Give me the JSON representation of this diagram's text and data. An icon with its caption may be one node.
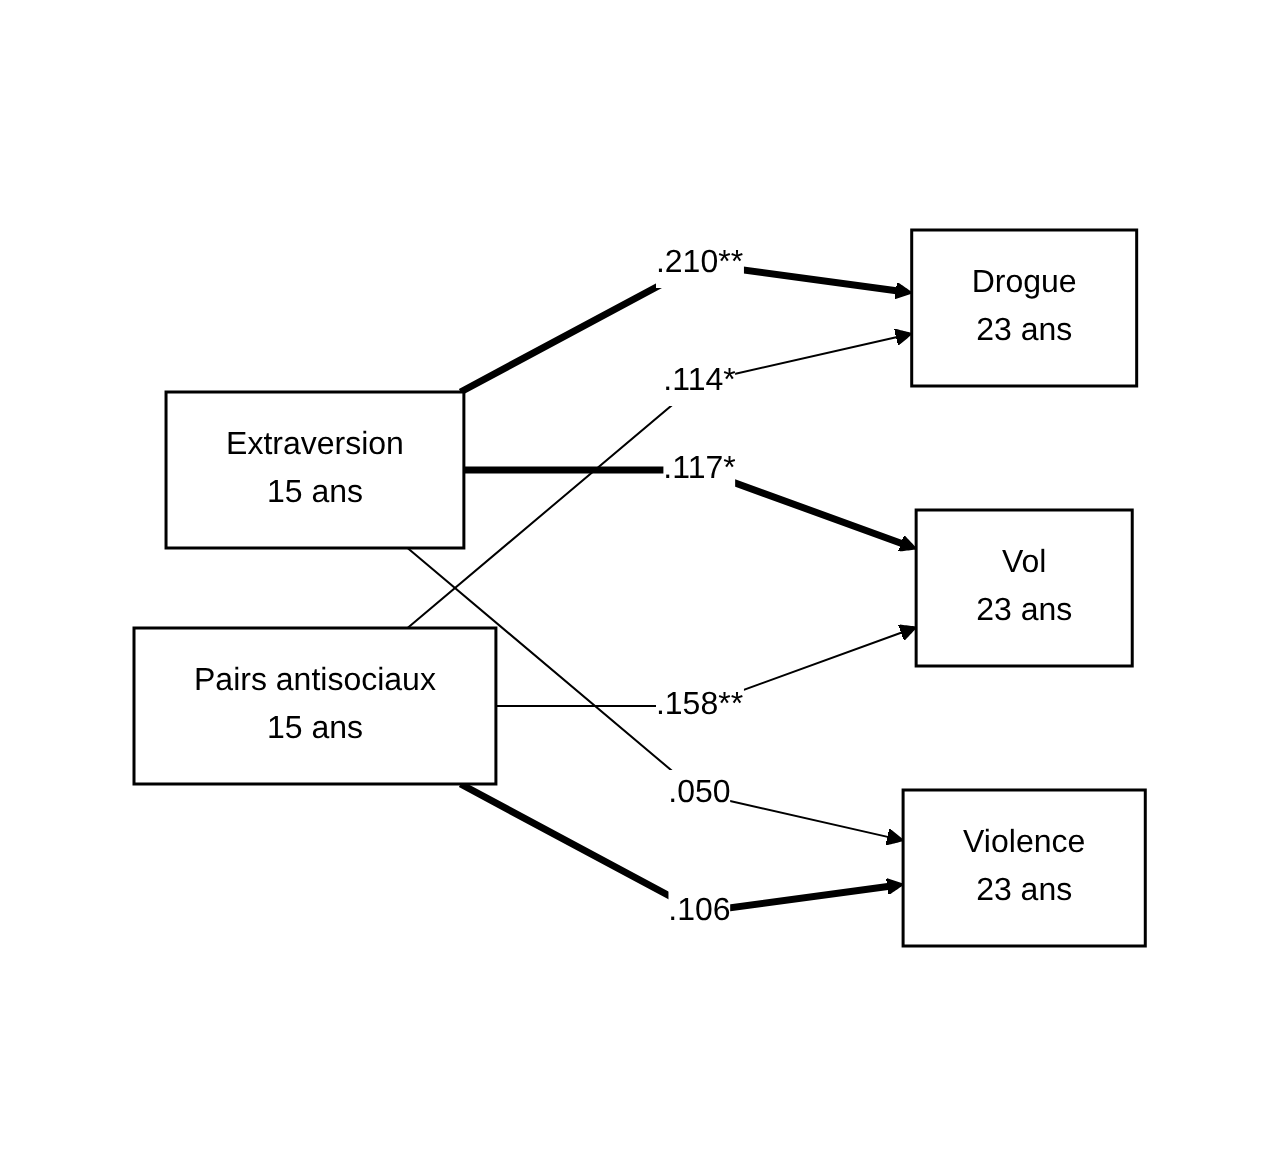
{
  "diagram": {
    "nodes": [
      {
        "text": [
          "Extraversion",
          "15 ans"
        ]
      },
      {
        "text": [
          "Drogue",
          "23 ans"
        ]
      },
      {
        "text": [
          "Vol",
          "23 ans"
        ]
      },
      {
        "text": [
          "Violence",
          "23 ans"
        ]
      },
      {
        "text": [
          "Pairs antisociaux",
          "15 ans"
        ]
      }
    ],
    "edges": [
      {
        "from": 0,
        "to": 1,
        "arrow": "to",
        "label": ".210**",
        "style": "thick"
      },
      {
        "from": 0,
        "to": 2,
        "arrow": "to",
        "label": ".117*",
        "style": "thick"
      },
      {
        "from": 0,
        "to": 3,
        "arrow": "to",
        "label": ".050"
      },
      {
        "from": 4,
        "to": 1,
        "arrow": "to",
        "label": ".114*"
      },
      {
        "from": 4,
        "to": 2,
        "arrow": "to",
        "label": ".158**"
      },
      {
        "from": 4,
        "to": 3,
        "arrow": "to",
        "label": ".106",
        "style": "thick"
      }
    ]
  }
}
